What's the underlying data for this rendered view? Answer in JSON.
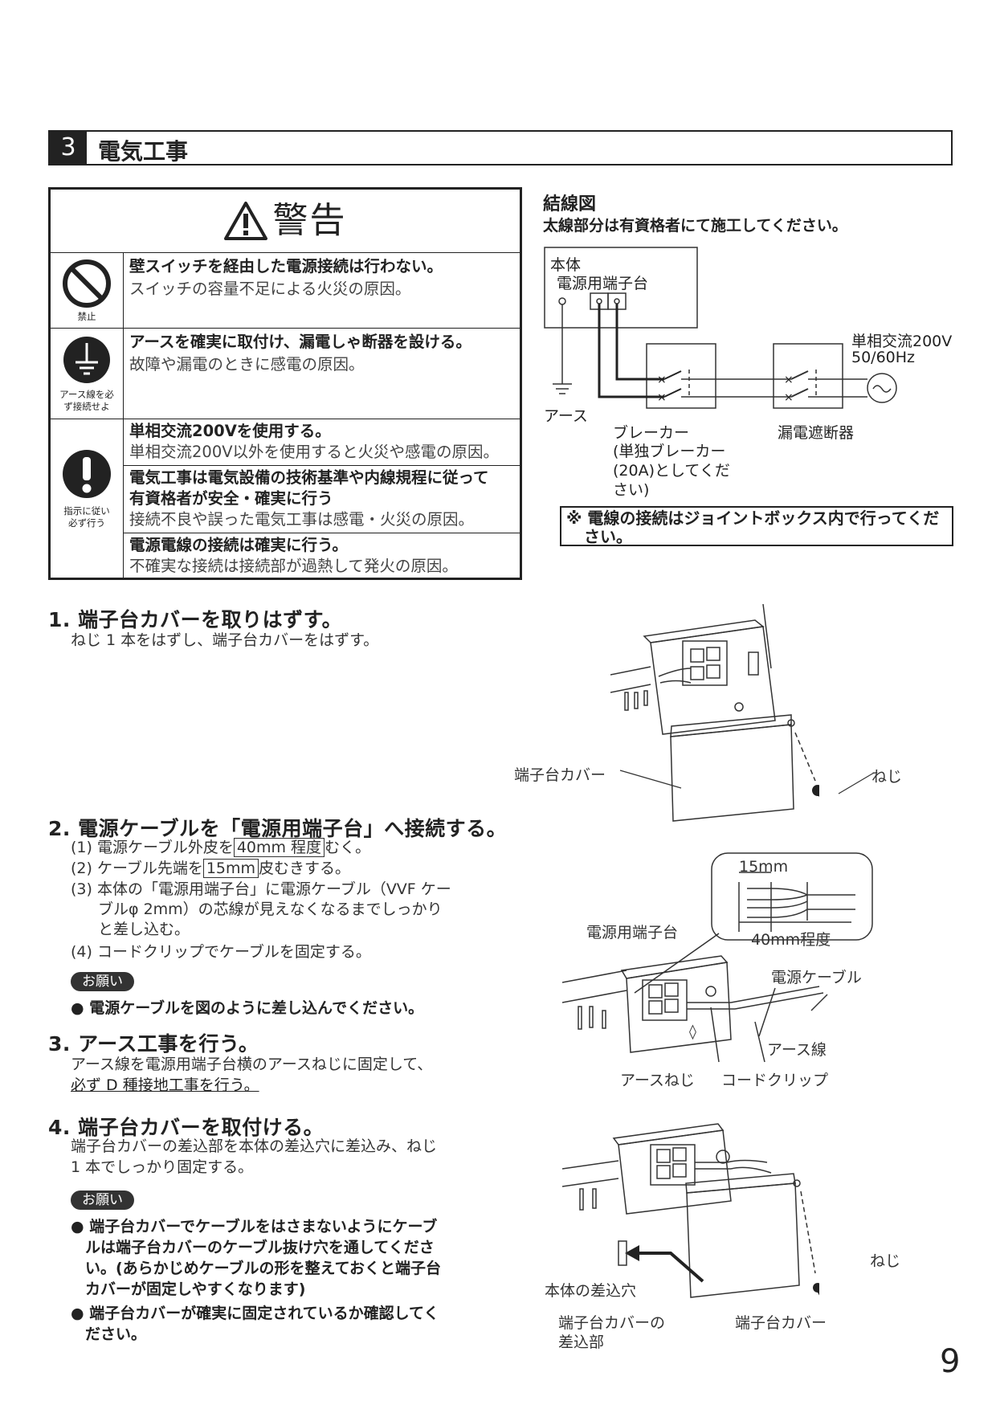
{
  "section": {
    "number": "3",
    "title": "電気工事"
  },
  "warning": {
    "title": "警告",
    "rows": [
      {
        "icon": "prohibited-icon",
        "caption": "禁止",
        "main": "壁スイッチを経由した電源接続は行わない。",
        "note": "スイッチの容量不足による火災の原因。"
      },
      {
        "icon": "ground-icon",
        "caption_lines": [
          "アース線を必",
          "ず接続せよ"
        ],
        "main": "アースを確実に取付け、漏電しゃ断器を設ける。",
        "note": "故障や漏電のときに感電の原因。"
      },
      {
        "icon": "exclamation-icon",
        "caption_lines": [
          "指示に従い",
          "必ず行う"
        ],
        "items": [
          {
            "main": "単相交流200Vを使用する。",
            "note": "単相交流200V以外を使用すると火災や感電の原因。"
          },
          {
            "main_lines": [
              "電気工事は電気設備の技術基準や内線規程に従って",
              "有資格者が安全・確実に行う"
            ],
            "note": "接続不良や誤った電気工事は感電・火災の原因。"
          },
          {
            "main": "電源電線の接続は確実に行う。",
            "note": "不確実な接続は接続部が過熱して発火の原因。"
          }
        ]
      }
    ]
  },
  "wiring": {
    "title": "結線図",
    "subtitle": "太線部分は有資格者にて施工してください。",
    "body_label": "本体",
    "terminal_label": "電源用端子台",
    "ground_label": "アース",
    "breaker_label": "ブレーカー",
    "breaker_note_lines": [
      "(単独ブレーカー",
      "(20A)としてくだ",
      "さい)"
    ],
    "elcb_label": "漏電遮断器",
    "supply_lines": [
      "単相交流200V",
      "50/60Hz"
    ],
    "note_lines": [
      "※ 電線の接続はジョイントボックス内で行ってくだ",
      "さい。"
    ]
  },
  "steps": [
    {
      "title": "1. 端子台カバーを取りはずす。",
      "body": "ねじ 1 本をはずし、端子台カバーをはずす。"
    },
    {
      "title": "2. 電源ケーブルを「電源用端子台」へ接続する。",
      "sub1_pre": "(1) 電源ケーブル外皮を",
      "sub1_box": "40mm 程度",
      "sub1_post": "むく。",
      "sub2_pre": "(2) ケーブル先端を",
      "sub2_box": "15mm",
      "sub2_post": "皮むきする。",
      "sub3_lines": [
        "(3) 本体の「電源用端子台」に電源ケーブル（VVF ケー",
        "ブルφ 2mm）の芯線が見えなくなるまでしっかり",
        "と差し込む。"
      ],
      "sub4": "(4) コードクリップでケーブルを固定する。",
      "request_label": "お願い",
      "request": "● 電源ケーブルを図のように差し込んでください。"
    },
    {
      "title": "3. アース工事を行う。",
      "body": "アース線を電源用端子台横のアースねじに固定して、",
      "body_underline": "必ず D 種接地工事を行う。"
    },
    {
      "title": "4. 端子台カバーを取付ける。",
      "body_lines": [
        "端子台カバーの差込部を本体の差込穴に差込み、ねじ",
        "1 本でしっかり固定する。"
      ],
      "request_label": "お願い",
      "request1_lines": [
        "● 端子台カバーでケーブルをはさまないようにケーブ",
        "ルは端子台カバーのケーブル抜け穴を通してくださ",
        "い。(あらかじめケーブルの形を整えておくと端子台",
        "カバーが固定しやすくなります)"
      ],
      "request2_lines": [
        "● 端子台カバーが確実に固定されているか確認してく",
        "ださい。"
      ]
    }
  ],
  "figure_labels": {
    "fig1_cover": "端子台カバー",
    "fig1_screw": "ねじ",
    "fig2_15mm": "15mm",
    "fig2_40mm": "40mm程度",
    "fig2_terminal": "電源用端子台",
    "fig2_cable": "電源ケーブル",
    "fig2_ground_wire": "アース線",
    "fig2_ground_screw": "アースねじ",
    "fig2_clip": "コードクリップ",
    "fig3_screw": "ねじ",
    "fig3_hole": "本体の差込穴",
    "fig3_insert_lines": [
      "端子台カバーの",
      "差込部"
    ],
    "fig3_cover": "端子台カバー"
  },
  "page_number": "9"
}
